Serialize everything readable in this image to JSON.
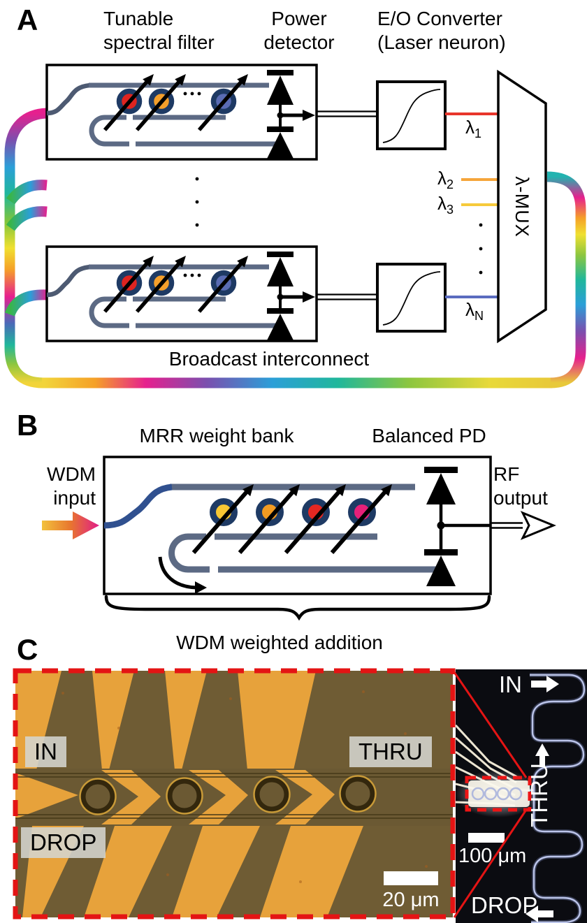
{
  "panel_a": {
    "label": "A",
    "filter_title": [
      "Tunable",
      "spectral filter"
    ],
    "detector_title": [
      "Power",
      "detector"
    ],
    "converter_title": [
      "E/O Converter",
      "(Laser neuron)"
    ],
    "mux_label": "λ-MUX",
    "broadcast_label": "Broadcast interconnect",
    "channels": [
      {
        "symbol": "λ",
        "sub": "1",
        "color": "#e8352b"
      },
      {
        "symbol": "λ",
        "sub": "2",
        "color": "#f5a53b"
      },
      {
        "symbol": "λ",
        "sub": "3",
        "color": "#f6ca3b"
      },
      {
        "symbol": "λ",
        "sub": "N",
        "color": "#5a6cbf"
      }
    ],
    "ring_colors": [
      "#df2420",
      "#f49f2b",
      "#5a6cb4"
    ]
  },
  "panel_b": {
    "label": "B",
    "bank_title": "MRR weight bank",
    "pd_title": "Balanced PD",
    "input_label": [
      "WDM",
      "input"
    ],
    "output_label": [
      "RF",
      "output"
    ],
    "caption": "WDM weighted addition",
    "ring_colors": [
      "#f8c733",
      "#f29b22",
      "#e42722",
      "#e72079"
    ]
  },
  "panel_c": {
    "label": "C",
    "zoom_micrograph": {
      "in": "IN",
      "thru": "THRU",
      "drop": "DROP",
      "scale_bar": "20 μm"
    },
    "chip_micrograph": {
      "in": "IN",
      "thru": "THRU",
      "drop": "DROP",
      "scale_bar": "100 μm"
    }
  }
}
